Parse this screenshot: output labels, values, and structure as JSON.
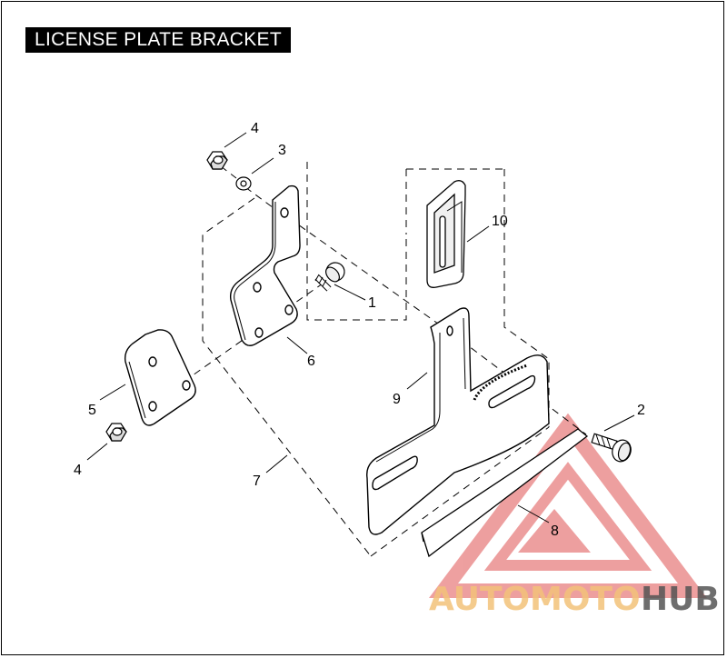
{
  "title": "LICENSE PLATE BRACKET",
  "callouts": [
    {
      "id": "1",
      "label": "1"
    },
    {
      "id": "2",
      "label": "2"
    },
    {
      "id": "3",
      "label": "3"
    },
    {
      "id": "4a",
      "label": "4"
    },
    {
      "id": "4b",
      "label": "4"
    },
    {
      "id": "5",
      "label": "5"
    },
    {
      "id": "6",
      "label": "6"
    },
    {
      "id": "7",
      "label": "7"
    },
    {
      "id": "8",
      "label": "8"
    },
    {
      "id": "9",
      "label": "9"
    },
    {
      "id": "10",
      "label": "10"
    }
  ],
  "watermark": {
    "part1": "AUTO",
    "part2": "MOTO",
    "part3": "HUB",
    "color_light": "#f3c27a",
    "color_dark": "#555555",
    "triangle_color": "#e88080"
  }
}
